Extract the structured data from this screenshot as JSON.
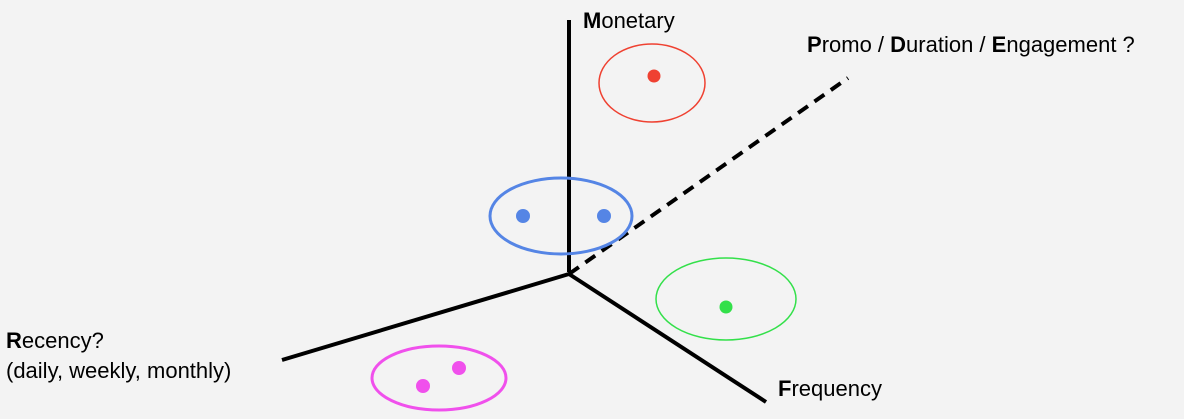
{
  "axes": {
    "monetary": {
      "initial": "M",
      "rest": "onetary"
    },
    "frequency": {
      "initial": "F",
      "rest": "requency"
    },
    "recency": {
      "initial": "R",
      "rest": "ecency?",
      "subtitle": "(daily, weekly, monthly)"
    },
    "extra": {
      "initial_1": "P",
      "text_1": "romo / ",
      "initial_2": "D",
      "text_2": "uration / ",
      "initial_3": "E",
      "text_3": "ngagement ?",
      "line_style": "dashed"
    }
  },
  "clusters": [
    {
      "id": "red",
      "color": "#ef4131",
      "points": 1
    },
    {
      "id": "blue",
      "color": "#5585e5",
      "points": 2
    },
    {
      "id": "green",
      "color": "#33e04a",
      "points": 1
    },
    {
      "id": "magenta",
      "color": "#f050ec",
      "points": 2
    }
  ],
  "colors": {
    "axis": "#000000",
    "background": "#f3f3f3"
  }
}
